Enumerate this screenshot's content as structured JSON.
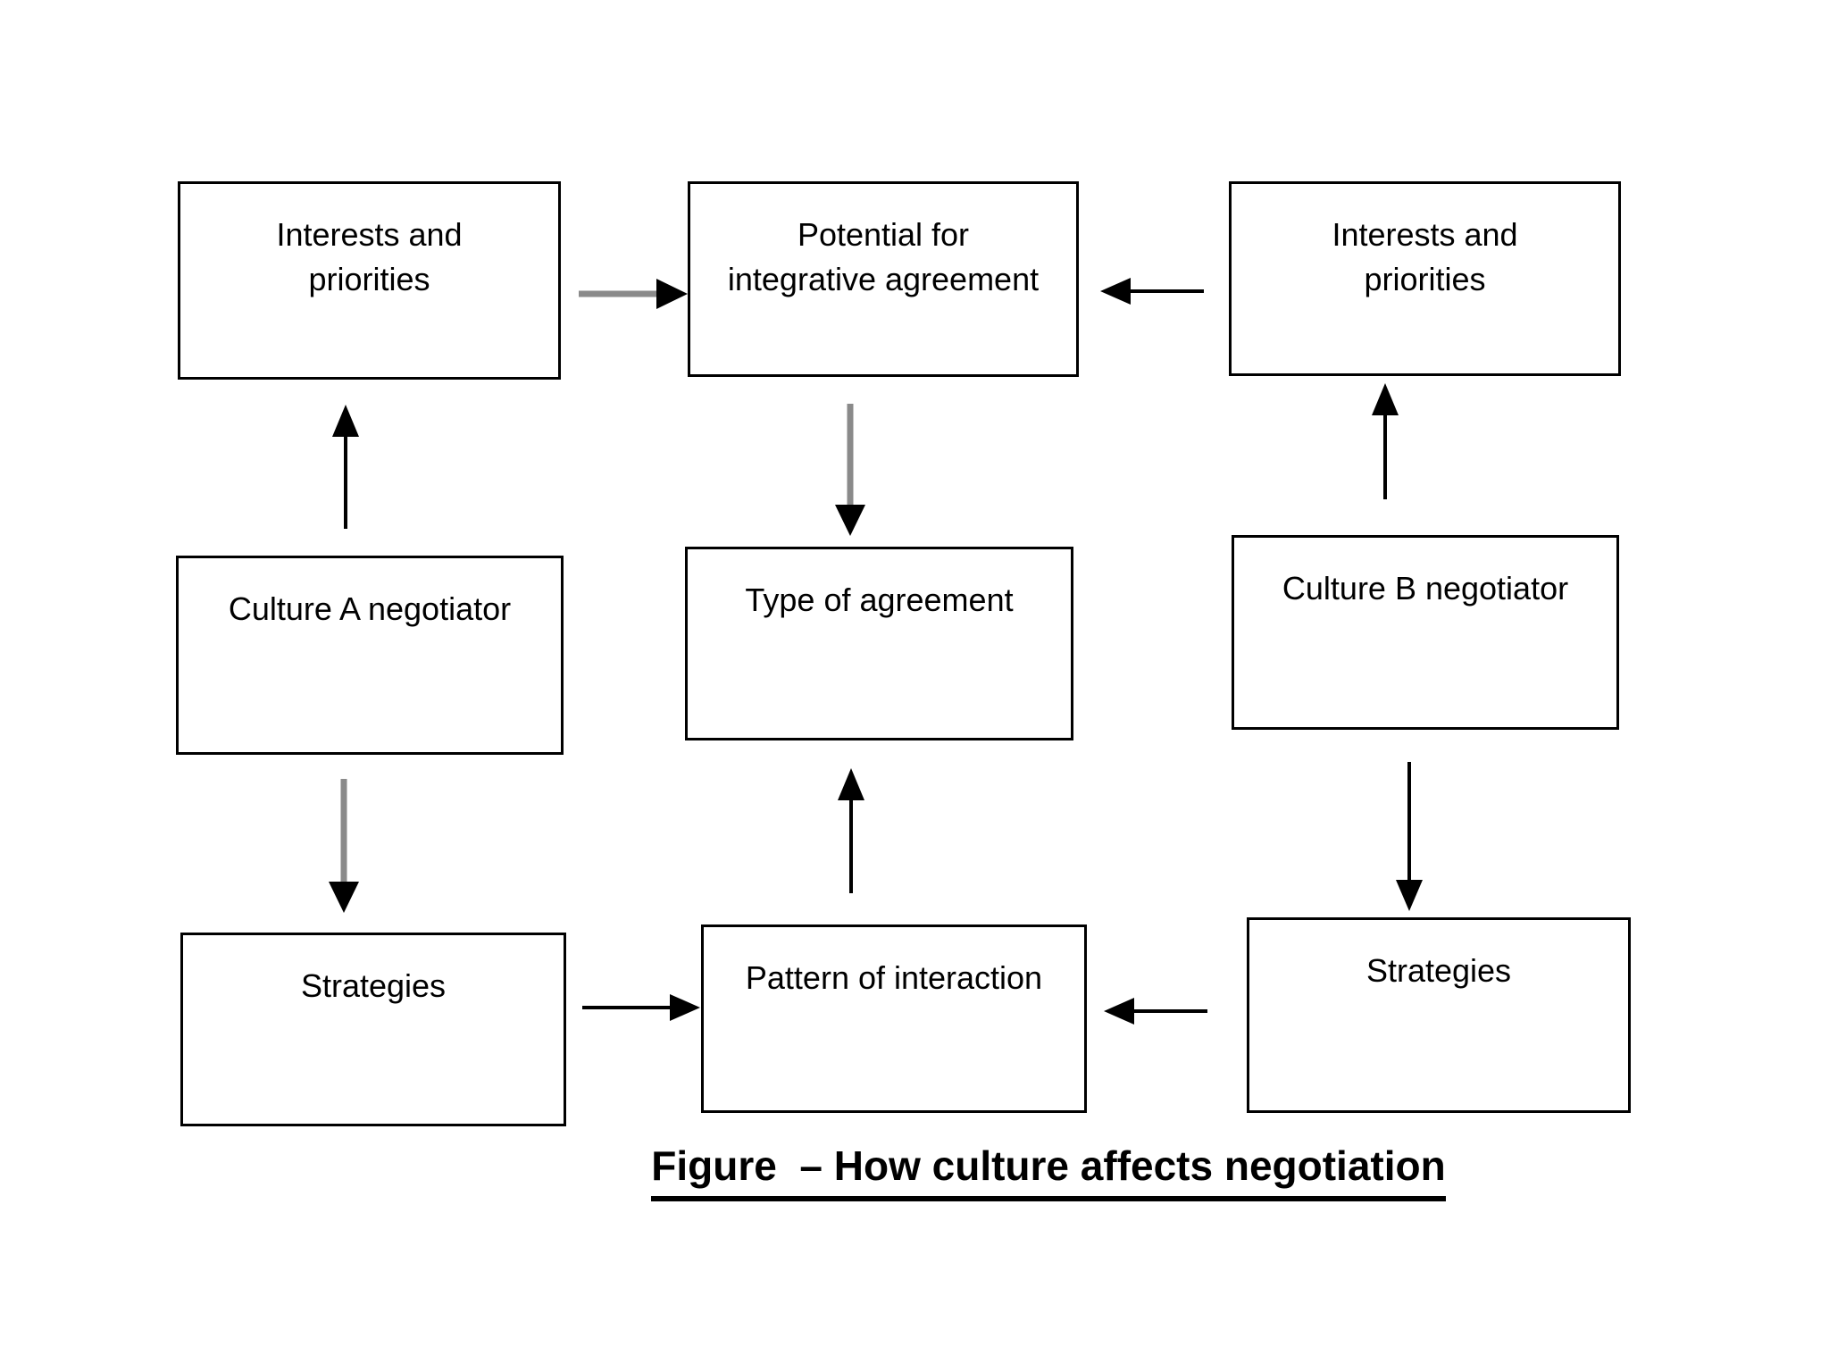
{
  "diagram": {
    "caption": "Figure  – How culture affects negotiation",
    "boxes": [
      {
        "id": "interests-a",
        "lines": [
          "Interests and",
          "priorities"
        ]
      },
      {
        "id": "potential-integrative",
        "lines": [
          "Potential for",
          "integrative agreement"
        ]
      },
      {
        "id": "interests-b",
        "lines": [
          "Interests and",
          "priorities"
        ]
      },
      {
        "id": "culture-a-negotiator",
        "lines": [
          "Culture A negotiator"
        ]
      },
      {
        "id": "type-of-agreement",
        "lines": [
          "Type of agreement"
        ]
      },
      {
        "id": "culture-b-negotiator",
        "lines": [
          "Culture B negotiator"
        ]
      },
      {
        "id": "strategies-a",
        "lines": [
          "Strategies"
        ]
      },
      {
        "id": "pattern-of-interaction",
        "lines": [
          "Pattern of interaction"
        ]
      },
      {
        "id": "strategies-b",
        "lines": [
          "Strategies"
        ]
      }
    ],
    "arrows": [
      {
        "from": "interests-a",
        "to": "potential-integrative",
        "direction": "right",
        "style": "gray-shaft-black-head"
      },
      {
        "from": "interests-b",
        "to": "potential-integrative",
        "direction": "left",
        "style": "thin-black"
      },
      {
        "from": "culture-a-negotiator",
        "to": "interests-a",
        "direction": "up",
        "style": "thin-black"
      },
      {
        "from": "potential-integrative",
        "to": "type-of-agreement",
        "direction": "down",
        "style": "gray-shaft-black-head"
      },
      {
        "from": "culture-b-negotiator",
        "to": "interests-b",
        "direction": "up",
        "style": "thin-black"
      },
      {
        "from": "culture-a-negotiator",
        "to": "strategies-a",
        "direction": "down",
        "style": "gray-shaft-black-head"
      },
      {
        "from": "culture-b-negotiator",
        "to": "strategies-b",
        "direction": "down",
        "style": "thin-black"
      },
      {
        "from": "strategies-a",
        "to": "pattern-of-interaction",
        "direction": "right",
        "style": "thin-black"
      },
      {
        "from": "strategies-b",
        "to": "pattern-of-interaction",
        "direction": "left",
        "style": "thin-black"
      },
      {
        "from": "pattern-of-interaction",
        "to": "type-of-agreement",
        "direction": "up",
        "style": "thin-black"
      }
    ],
    "colors": {
      "background": "#ffffff",
      "box_border": "#000000",
      "text": "#000000",
      "arrow_black": "#000000",
      "arrow_gray_shaft": "#8a8a8a"
    }
  }
}
